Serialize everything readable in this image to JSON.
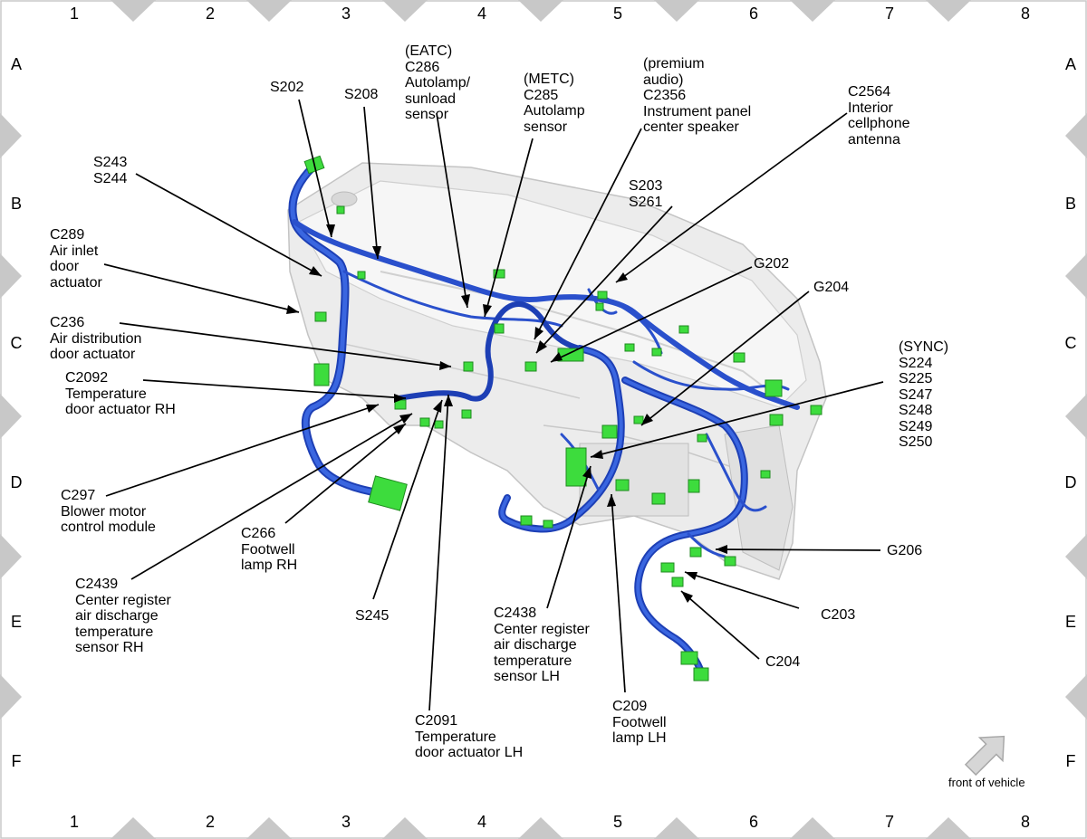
{
  "grid": {
    "columns": [
      "1",
      "2",
      "3",
      "4",
      "5",
      "6",
      "7",
      "8"
    ],
    "rows": [
      "A",
      "B",
      "C",
      "D",
      "E",
      "F"
    ]
  },
  "callouts": {
    "s202": "S202",
    "s208": "S208",
    "c286": "(EATC)\nC286\nAutolamp/\nsunload\nsensor",
    "c285": "(METC)\nC285\nAutolamp\nsensor",
    "c2356": "(premium\naudio)\nC2356\nInstrument panel\ncenter speaker",
    "c2564": "C2564\nInterior\ncellphone\nantenna",
    "s243_s244": "S243\nS244",
    "s203_s261": "S203\nS261",
    "c289": "C289\nAir inlet\ndoor\nactuator",
    "g202": "G202",
    "g204": "G204",
    "c236": "C236\nAir distribution\ndoor actuator",
    "sync_splices": "(SYNC)\nS224\nS225\nS247\nS248\nS249\nS250",
    "c2092": "C2092\nTemperature\ndoor actuator RH",
    "c297": "C297\nBlower motor\ncontrol module",
    "c266": "C266\nFootwell\nlamp RH",
    "c2439": "C2439\nCenter register\nair discharge\ntemperature\nsensor RH",
    "s245": "S245",
    "c2438": "C2438\nCenter register\nair discharge\ntemperature\nsensor LH",
    "c2091": "C2091\nTemperature\ndoor actuator LH",
    "c209": "C209\nFootwell\nlamp LH",
    "g206": "G206",
    "c203": "C203",
    "c204": "C204"
  },
  "orientation_note": "front of vehicle",
  "colors": {
    "harness": "#2d55d4",
    "harness_dark": "#1b3aa8",
    "connector": "#3ddc3d",
    "dashboard": "#e8e8e8",
    "border_triangle": "#c8c8c8"
  }
}
